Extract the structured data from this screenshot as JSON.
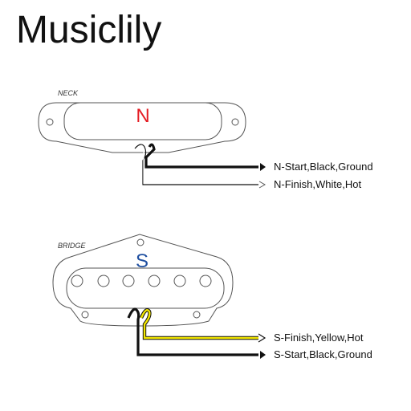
{
  "brand": "Musiclily",
  "neck": {
    "tag": "NECK",
    "letter": "N",
    "letter_color": "#e41c23",
    "wires": [
      {
        "label": "N-Start,Black,Ground",
        "color": "#111111"
      },
      {
        "label": "N-Finish,White,Hot",
        "color": "#ffffff"
      }
    ]
  },
  "bridge": {
    "tag": "BRIDGE",
    "letter": "S",
    "letter_color": "#1f4fa0",
    "wires": [
      {
        "label": "S-Finish,Yellow,Hot",
        "color": "#f2e600"
      },
      {
        "label": "S-Start,Black,Ground",
        "color": "#111111"
      }
    ]
  }
}
